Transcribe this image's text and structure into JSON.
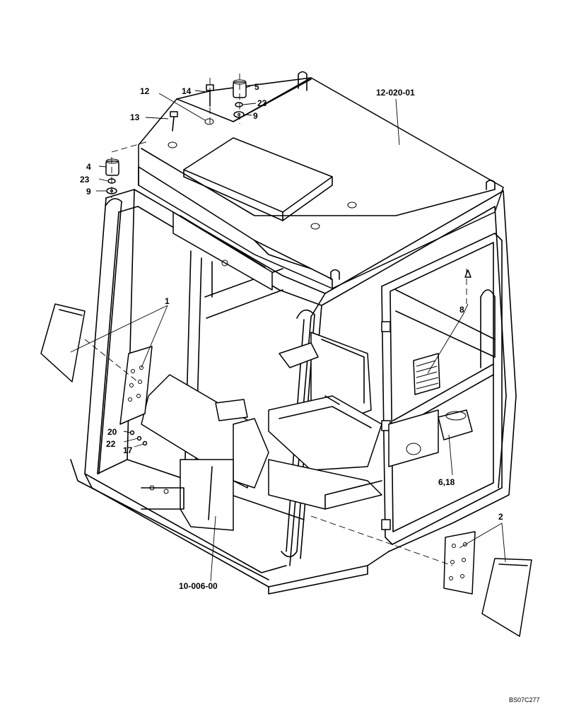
{
  "callouts": {
    "c1": "1",
    "c2": "2",
    "c4": "4",
    "c5": "5",
    "c8": "8",
    "c9a": "9",
    "c9b": "9",
    "c12": "12",
    "c13": "13",
    "c14": "14",
    "c17": "17",
    "c20": "20",
    "c22": "22",
    "c23a": "23",
    "c23b": "23",
    "c618": "6,18",
    "roof_ref": "12-020-01",
    "floor_ref": "10-006-00"
  },
  "drawing_code": "BS07C277"
}
